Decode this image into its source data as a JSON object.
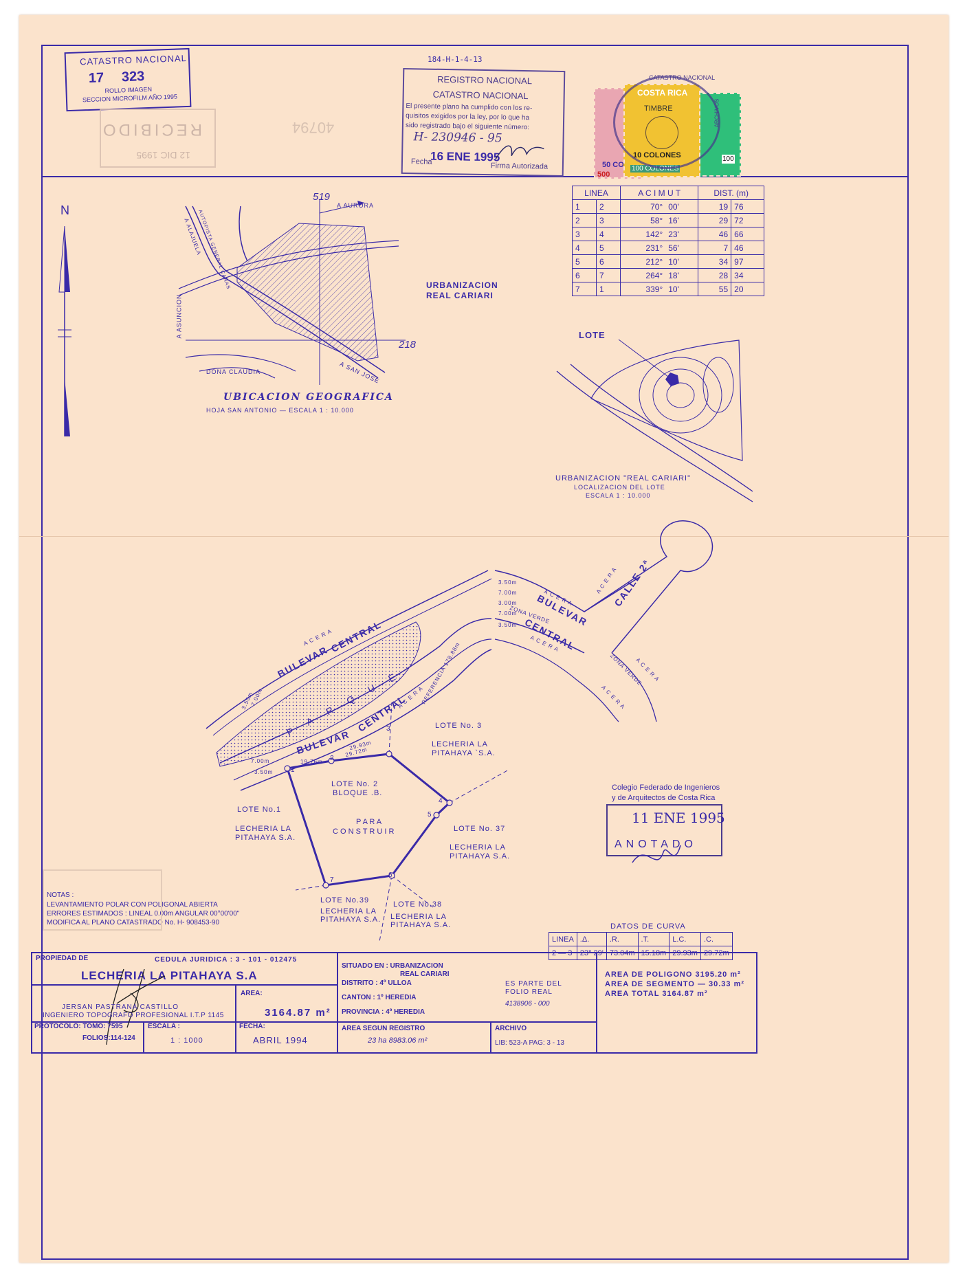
{
  "header": {
    "microfilm_stamp": {
      "title": "CATASTRO NACIONAL",
      "roll": "17",
      "image": "323",
      "line1": "ROLLO IMAGEN",
      "line2": "SECCION MICROFILM AÑO 1995"
    },
    "received_stamp": {
      "date": "12 DIC 1995",
      "word": "RECIBIDO"
    },
    "faint_number": "40794",
    "plan_code": "184-H-1-4-13",
    "registry_stamp": {
      "line1": "REGISTRO NACIONAL",
      "line2": "CATASTRO NACIONAL",
      "body1": "El presente plano ha cumplido con los re-",
      "body2": "quisitos exigidos por la ley, por lo que ha",
      "body3": "sido registrado bajo el siguiente número:",
      "number": "H- 230946 - 95",
      "fecha_label": "Fecha",
      "fecha": "16 ENE 1995",
      "firma": "Firma Autorizada"
    },
    "stamps": {
      "brand": "COSTA RICA",
      "timbre": "TIMBRE",
      "value_main": "10 COLONES",
      "value_main2": "100 COLONES",
      "value_left": "50 CO",
      "value_left2": "500",
      "value_right": "100",
      "round": "CATASTRO NACIONAL",
      "right_side": "ARCHIVOS"
    }
  },
  "north_label": "N",
  "azimuth_table": {
    "headers": [
      "LINEA",
      "A C I M U T",
      "DIST. (m)"
    ],
    "rows": [
      [
        "1",
        "2",
        "70°",
        "00'",
        "19",
        "76"
      ],
      [
        "2",
        "3",
        "58°",
        "16'",
        "29",
        "72"
      ],
      [
        "3",
        "4",
        "142°",
        "23'",
        "46",
        "66"
      ],
      [
        "4",
        "5",
        "231°",
        "56'",
        "7",
        "46"
      ],
      [
        "5",
        "6",
        "212°",
        "10'",
        "34",
        "97"
      ],
      [
        "6",
        "7",
        "264°",
        "18'",
        "28",
        "34"
      ],
      [
        "7",
        "1",
        "339°",
        "10'",
        "55",
        "20"
      ]
    ]
  },
  "location_map": {
    "title": "UBICACION GEOGRAFICA",
    "subtitle": "HOJA SAN ANTONIO   —   ESCALA  1 : 10.000",
    "grid_top": "519",
    "grid_right": "218",
    "labels": {
      "aurora": "A AURORA",
      "alajuela": "A ALAJUELA",
      "autopista": "AUTOPISTA GENERAL CAÑAS",
      "asuncion": "A ASUNCION",
      "dona": "DONA CLAUDIA",
      "sanjose": "A SAN JOSE",
      "urb1": "URBANIZACION",
      "urb2": "REAL CARIARI"
    }
  },
  "lot_location": {
    "lote": "LOTE",
    "title": "URBANIZACION  \"REAL CARIARI\"",
    "subtitle": "LOCALIZACION  DEL  LOTE",
    "scale": "ESCALA 1 : 10.000"
  },
  "site_plan": {
    "parque": "P A R Q U E",
    "bulevar": "BULEVAR",
    "central": "CENTRAL",
    "calle": "CALLE 2ª",
    "acera": "A C E R A",
    "zona_verde": "ZONA VERDE",
    "referencia": "REFERENCIA 178.88m",
    "d350": "3.50m",
    "d700": "7.00m",
    "d300": "3.00m",
    "seg12": "19.76m",
    "seg23a": "29.72m",
    "seg23b": "29.93m",
    "lote2": "LOTE  No. 2",
    "bloque": "BLOQUE .B.",
    "para": "P A R A",
    "construir": "C O N S T R U I R",
    "lote1": "LOTE  No.1",
    "lote3": "LOTE  No. 3",
    "lote37": "LOTE  No. 37",
    "lote39": "LOTE  No.39",
    "lote38": "LOTE No.38",
    "lecheria": "LECHERIA  LA",
    "pitahaya": "PITAHAYA  S.A.",
    "pitahaya3": "PITAHAYA  `S.A.",
    "points": [
      "1",
      "2",
      "3",
      "4",
      "5",
      "6",
      "7"
    ]
  },
  "notes": {
    "title": "NOTAS :",
    "l1": "LEVANTAMIENTO POLAR CON POLIGONAL ABIERTA",
    "l2": "ERRORES ESTIMADOS : LINEAL 0.00m  ANGULAR 00°00'00\"",
    "l3": "MODIFICA AL PLANO CATASTRADO No. H- 908453-90"
  },
  "colegio_stamp": {
    "l1": "Colegio Federado de Ingenieros",
    "l2": "y de Arquitectos de Costa Rica",
    "date": "11 ENE 1995",
    "word": "ANOTADO"
  },
  "curve_data": {
    "title": "DATOS  DE  CURVA",
    "headers": [
      "LINEA",
      ".Δ.",
      ".R.",
      ".T.",
      "L.C.",
      ".C."
    ],
    "row": [
      "2 — 3",
      "23° 29'",
      "73.04m",
      "15.18m",
      "29.93m",
      "29.72m"
    ]
  },
  "title_block": {
    "propiedad_label": "PROPIEDAD DE",
    "cedula": "CEDULA JURIDICA : 3 - 101 - 012475",
    "owner": "LECHERIA  LA PITAHAYA S.A",
    "engineer1": "JERSAN  PASTRANA  CASTILLO",
    "engineer2": "INGENIERO TOPOGRAFO PROFESIONAL I.T.P 1145",
    "area_label": "AREA:",
    "area_value": "3164.87 m²",
    "protocolo": "PROTOCOLO: TOMO: 7595",
    "folios": "FOLIOS:114-124",
    "escala_label": "ESCALA :",
    "escala": "1 : 1000",
    "fecha_label": "FECHA:",
    "fecha": "ABRIL 1994",
    "situado": "SITUADO EN : URBANIZACION",
    "situado2": "REAL CARIARI",
    "distrito": "DISTRITO : 4º ULLOA",
    "canton": "CANTON : 1º HEREDIA",
    "provincia": "PROVINCIA : 4º HEREDIA",
    "es_parte": "ES PARTE DEL",
    "folio_real": "FOLIO REAL",
    "folio_num": "4138906 - 000",
    "registro_label": "AREA SEGUN REGISTRO",
    "registro": "23 ha 8983.06 m²",
    "archivo_label": "ARCHIVO",
    "archivo": "LIB: 523-A   PAG: 3 - 13",
    "area_poligono": "AREA  DE  POLIGONO   3195.20 m²",
    "area_segmento": "AREA  DE  SEGMENTO  — 30.33 m²",
    "area_total": "AREA  TOTAL          3164.87 m²"
  },
  "colors": {
    "ink": "#3a2aa8",
    "paper": "#fbe3cc",
    "stamp_green": "#2fbf7a",
    "stamp_yellow": "#f1c232",
    "stamp_pink": "#e9a6b2"
  }
}
